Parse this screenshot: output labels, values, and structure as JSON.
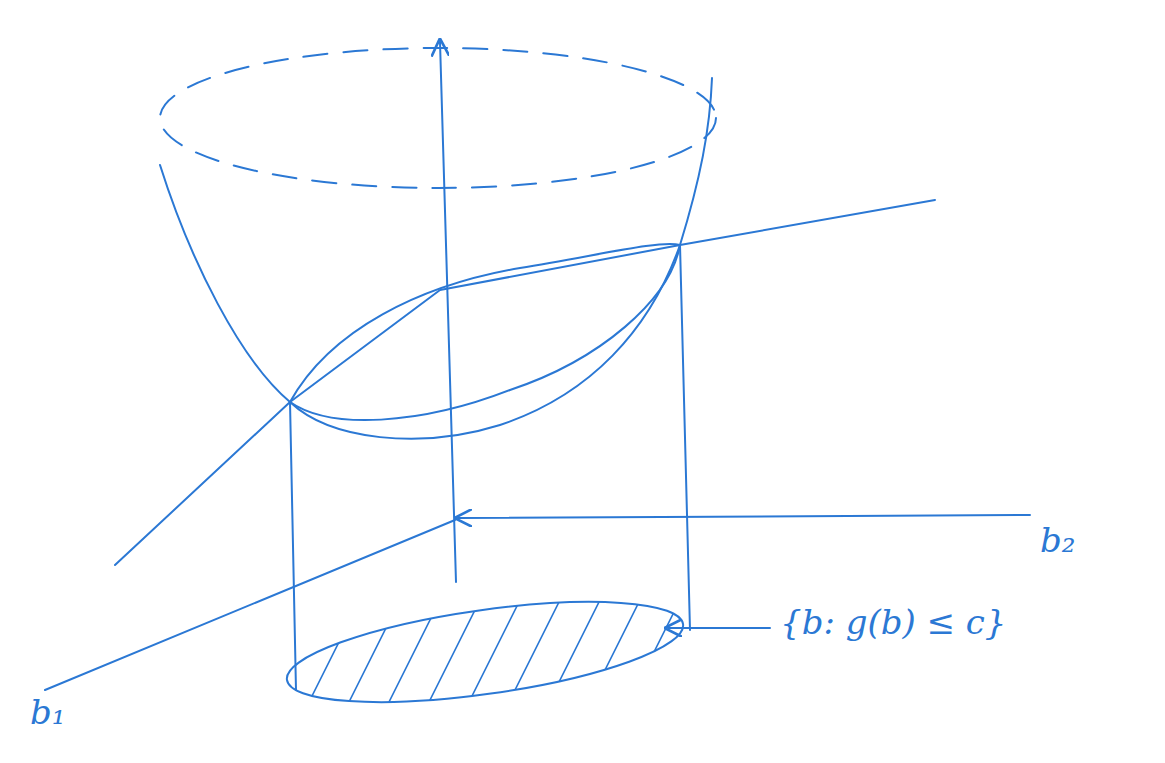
{
  "diagram": {
    "labels": [
      "b₂",
      "{b: g(b) ≤ c}",
      "b₁"
    ]
  }
}
